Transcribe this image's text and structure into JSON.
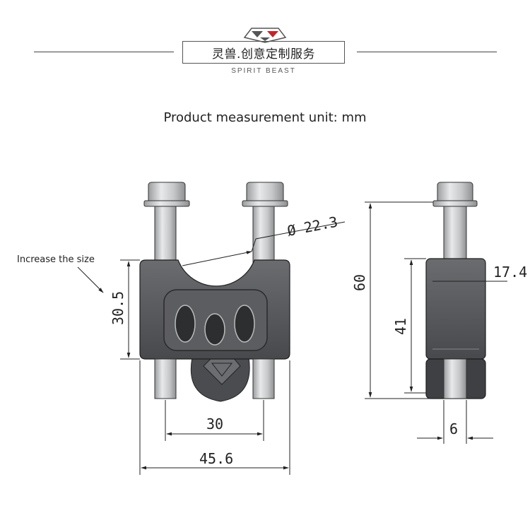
{
  "header": {
    "brand_cn": "灵兽.创意定制服务",
    "brand_en": "SPIRIT BEAST",
    "caption": "Product measurement unit: mm"
  },
  "annotations": {
    "increase_note": "Increase the size"
  },
  "dimensions": {
    "diameter": "Ø 22.3",
    "height_main": "30.5",
    "bolt_spacing": "30",
    "total_width": "45.6",
    "total_height": "60",
    "side_height": "41",
    "side_depth": "17.4",
    "bolt_diameter": "6"
  },
  "colors": {
    "body": "#55575a",
    "body_dark": "#3e4043",
    "bolt": "#c9cbcd",
    "logo_red": "#c0262c"
  }
}
